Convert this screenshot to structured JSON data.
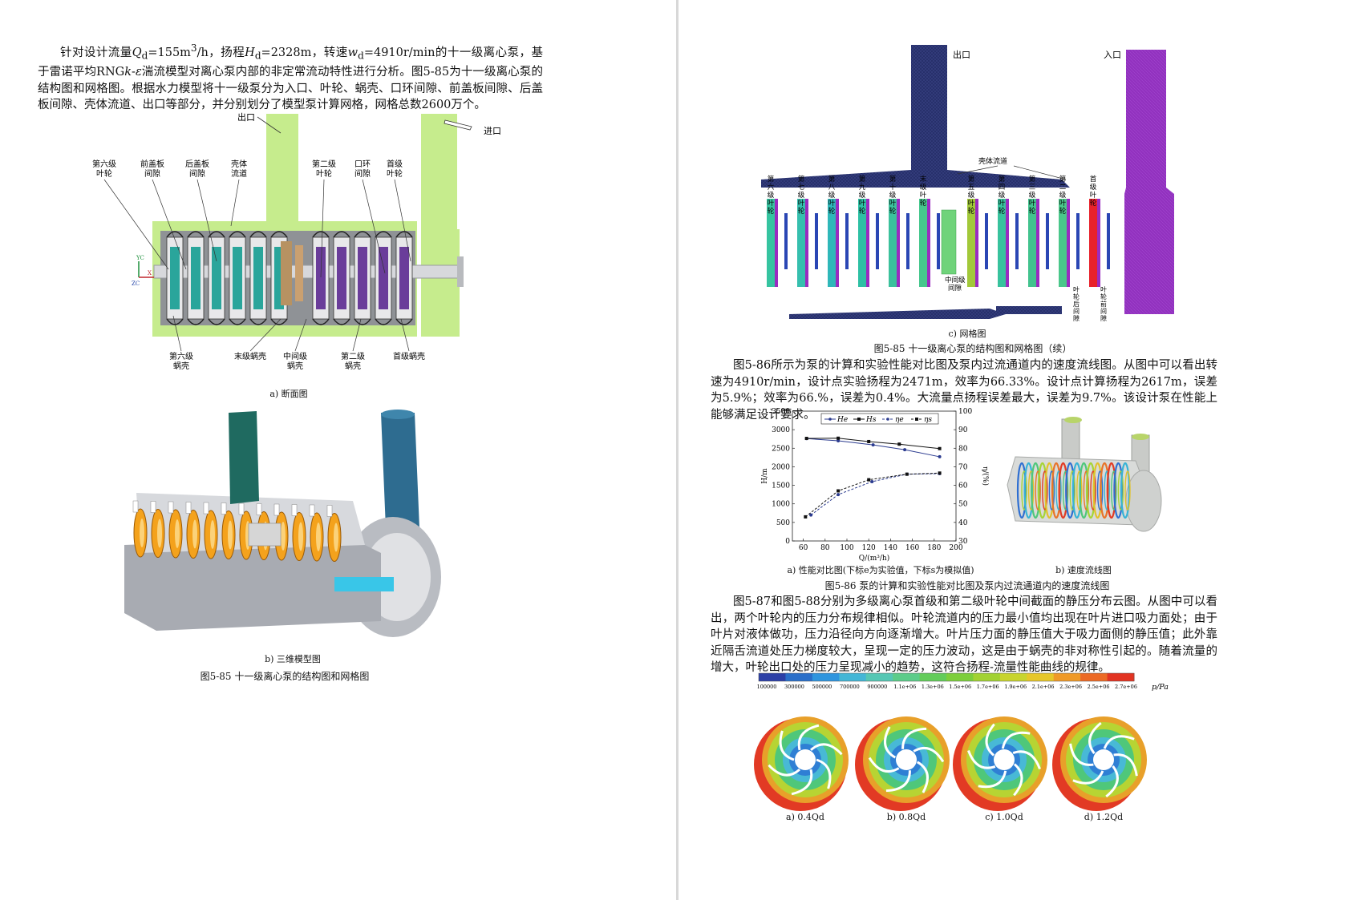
{
  "left_page": {
    "intro_html": "针对设计流量<i>Q</i><sub>d</sub>=155m<sup>3</sup>/h，扬程<i>H</i><sub>d</sub>=2328m，转速<i>w</i><sub>d</sub>=4910r/min的十一级离心泵，基于雷诺平均RNG<i>k</i>-<i>ε</i>湍流模型对离心泵内部的非定常流动特性进行分析。图5-85为十一级离心泵的结构图和网格图。根据水力模型将十一级泵分为入口、叶轮、蜗壳、口环间隙、前盖板间隙、后盖板间隙、壳体流道、出口等部分，并分别划分了模型泵计算网格，网格总数2600万个。",
    "fig_a": {
      "outlet": "出口",
      "inlet": "进口",
      "top_labels": [
        "第六级\n叶轮",
        "前盖板\n间隙",
        "后盖板\n间隙",
        "壳体\n流道",
        "第二级\n叶轮",
        "口环\n间隙",
        "首级\n叶轮"
      ],
      "bottom_labels": [
        "第六级\n蜗壳",
        "末级蜗壳",
        "中间级\n蜗壳",
        "第二级\n蜗壳",
        "首级蜗壳"
      ],
      "axes": [
        "YC",
        "X",
        "ZC"
      ],
      "caption": "a) 断面图"
    },
    "fig_b_caption": "b) 三维模型图",
    "figure_caption": "图5-85 十一级离心泵的结构图和网格图"
  },
  "right_page": {
    "fig_c": {
      "outlet": "出口",
      "inlet": "入口",
      "casing_channel": "壳体流道",
      "stage_labels": [
        "第六级叶轮",
        "第七级叶轮",
        "第八级叶轮",
        "第九级叶轮",
        "第十级叶轮",
        "末级叶轮",
        "第五级叶轮",
        "第四级叶轮",
        "第三级叶轮",
        "第二级叶轮",
        "首级叶轮"
      ],
      "middle_gap": "中间级\n间隙",
      "rear_gap": "叶轮后间隙",
      "front_gap": "叶轮前间隙",
      "caption": "c) 网格图"
    },
    "figure_caption_cont": "图5-85 十一级离心泵的结构图和网格图（续）",
    "para2": "图5-86所示为泵的计算和实验性能对比图及泵内过流通道内的速度流线图。从图中可以看出转速为4910r/min，设计点实验扬程为2471m，效率为66.33%。设计点计算扬程为2617m，误差为5.9%；效率为66.%，误差为0.4%。大流量点扬程误差最大，误差为9.7%。该设计泵在性能上能够满足设计要求。",
    "fig86a_caption": "a) 性能对比图(下标e为实验值，下标s为模拟值)",
    "fig86b_caption": "b) 速度流线图",
    "fig86_caption": "图5-86 泵的计算和实验性能对比图及泵内过流通道内的速度流线图",
    "para3": "图5-87和图5-88分别为多级离心泵首级和第二级叶轮中间截面的静压分布云图。从图中可以看出，两个叶轮内的压力分布规律相似。叶轮流道内的压力最小值均出现在叶片进口吸力面处；由于叶片对液体做功，压力沿径向方向逐渐增大。叶片压力面的静压值大于吸力面侧的静压值；此外靠近隔舌流道处压力梯度较大，呈现一定的压力波动，这是由于蜗壳的非对称性引起的。随着流量的增大，叶轮出口处的压力呈现减小的趋势，这符合扬程-流量性能曲线的规律。",
    "colorbar": {
      "ticks": [
        "100000",
        "300000",
        "500000",
        "700000",
        "900000",
        "1.1e+06",
        "1.3e+06",
        "1.5e+06",
        "1.7e+06",
        "1.9e+06",
        "2.1e+06",
        "2.3e+06",
        "2.5e+06",
        "2.7e+06"
      ],
      "unit": "p/Pa",
      "colors": [
        "#2c3fa6",
        "#2a6fc9",
        "#2f95de",
        "#44b6d6",
        "#56c7b4",
        "#5dcc8a",
        "#63cc5a",
        "#7dce3c",
        "#a2d233",
        "#c8d42e",
        "#e6c72a",
        "#ef9a28",
        "#ec6a25",
        "#e23322"
      ]
    },
    "contour_captions": [
      "a) 0.4Qd",
      "b) 0.8Qd",
      "c) 1.0Qd",
      "d) 1.2Qd"
    ]
  },
  "chart_data": {
    "type": "line",
    "xlabel": "Q/(m³/h)",
    "ylabel": "H/m",
    "y2label": "η/(%)",
    "xlim": [
      50,
      200
    ],
    "xticks": [
      60,
      80,
      100,
      120,
      140,
      160,
      180,
      200
    ],
    "ylim": [
      0,
      3500
    ],
    "yticks": [
      0,
      500,
      1000,
      1500,
      2000,
      2500,
      3000,
      3500
    ],
    "y2lim": [
      30,
      100
    ],
    "y2ticks": [
      30,
      40,
      50,
      60,
      70,
      80,
      90,
      100
    ],
    "legend_position": "top",
    "series": [
      {
        "name": "He",
        "axis": "left",
        "marker": "circle",
        "dash": "solid",
        "x": [
          63,
          92,
          124,
          153,
          185
        ],
        "y": [
          2760,
          2700,
          2590,
          2460,
          2270
        ]
      },
      {
        "name": "Hs",
        "axis": "left",
        "marker": "square",
        "dash": "solid",
        "x": [
          63,
          92,
          120,
          148,
          185
        ],
        "y": [
          2765,
          2770,
          2680,
          2610,
          2490
        ]
      },
      {
        "name": "ηe",
        "axis": "right",
        "marker": "circle",
        "dash": "dashed",
        "x": [
          67,
          92,
          123,
          155,
          185
        ],
        "y": [
          44,
          55,
          62,
          66,
          66.3
        ]
      },
      {
        "name": "ηs",
        "axis": "right",
        "marker": "square",
        "dash": "dashed",
        "x": [
          62,
          92,
          120,
          155,
          185
        ],
        "y": [
          43,
          57,
          63,
          66,
          66.6
        ]
      }
    ]
  }
}
